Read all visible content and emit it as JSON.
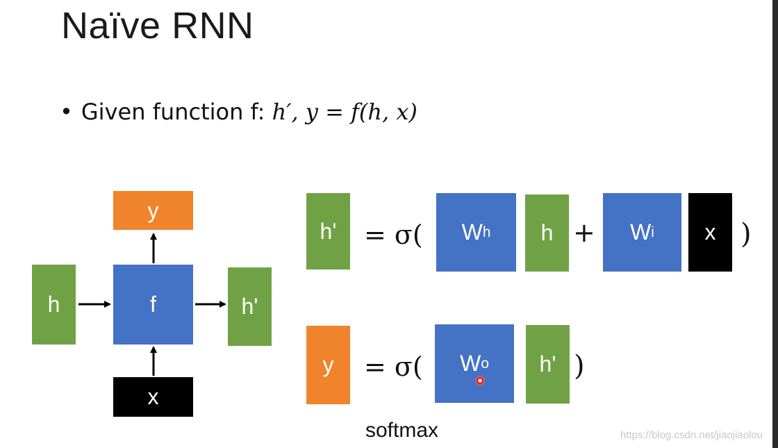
{
  "slide": {
    "title": "Naïve RNN",
    "bullet_text": "Given function f:",
    "bullet_math": "h′, y = f(h, x)",
    "softmax_label": "softmax",
    "watermark": "https://blog.csdn.net/jiaojiaolou"
  },
  "diagram": {
    "y_label": "y",
    "h_label": "h",
    "f_label": "f",
    "hprime_label": "h'",
    "x_label": "x"
  },
  "equation1": {
    "lhs": "h'",
    "equals_sigma": "= σ(",
    "wh_base": "W",
    "wh_sup": "h",
    "h": "h",
    "plus": "+",
    "wi_base": "W",
    "wi_sup": "i",
    "x": "x",
    "close": ")"
  },
  "equation2": {
    "lhs": "y",
    "equals_sigma": "= σ(",
    "wo_base": "W",
    "wo_sup": "o",
    "hprime": "h'",
    "close": ")"
  },
  "colors": {
    "green": "#70a245",
    "blue": "#4472c4",
    "orange": "#f0842c",
    "black": "#000000"
  }
}
